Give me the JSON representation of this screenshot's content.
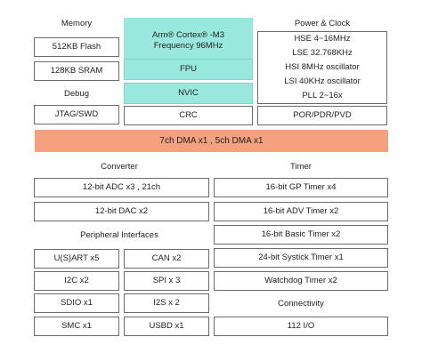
{
  "sections": {
    "memory": "Memory",
    "debug": "Debug",
    "power_clock": "Power & Clock",
    "converter": "Converter",
    "timer": "Timer",
    "peripheral": "Peripheral Interfaces",
    "connectivity": "Connectivity"
  },
  "memory": {
    "flash": "512KB Flash",
    "sram": "128KB SRAM"
  },
  "debug": {
    "jtag": "JTAG/SWD"
  },
  "core": {
    "line1": "Arm® Cortex® -M3",
    "line2": "Frequency 96MHz",
    "fpu": "FPU",
    "nvic": "NVIC",
    "crc": "CRC"
  },
  "power": {
    "items": [
      "HSE 4~16MHz",
      "LSE 32.768KHz",
      "HSI 8MHz oscillator",
      "LSI 40KHz oscillator",
      "PLL 2~16x"
    ],
    "reset": "POR/PDR/PVD"
  },
  "dma": "7ch DMA  x1 , 5ch DMA x1",
  "converter": {
    "adc": "12-bit ADC x3 , 21ch",
    "dac": "12-bit DAC x2"
  },
  "timer": {
    "gp": "16-bit GP Timer x4",
    "adv": "16-bit  ADV Timer x2",
    "basic": "16-bit Basic Timer x2",
    "systick": "24-bit  Systick Timer x1",
    "watchdog": "Watchdog Timer x2"
  },
  "peripheral": {
    "usart": "U(S)ART x5",
    "can": "CAN x2",
    "i2c": "I2C x2",
    "spi": "SPI x 3",
    "sdio": "SDIO x1",
    "i2s": "I2S x 2",
    "smc": "SMC x1",
    "usbd": "USBD x1"
  },
  "connectivity": {
    "io": "112 I/O"
  }
}
